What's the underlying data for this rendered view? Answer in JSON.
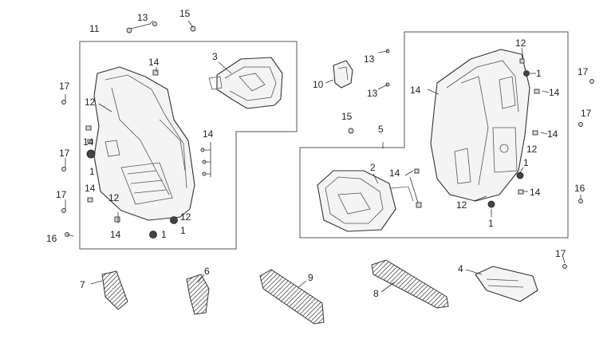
{
  "diagram": {
    "callouts": {
      "c11": "11",
      "c13a": "13",
      "c15a": "15",
      "c3": "3",
      "c14a": "14",
      "c17a": "17",
      "c12a": "12",
      "c14b": "14",
      "c17b": "17",
      "c1a": "1",
      "c14c": "14",
      "c14d": "14",
      "c12b": "12",
      "c17c": "17",
      "c12c": "12",
      "c14e": "14",
      "c1b": "1",
      "c1c": "1",
      "c16a": "16",
      "c10": "10",
      "c13b": "13",
      "c13c": "13",
      "c15b": "15",
      "c5": "5",
      "c2": "2",
      "c14f": "14",
      "c12d": "12",
      "c14g": "14",
      "c1d": "1",
      "c14h": "14",
      "c17d": "17",
      "c17e": "17",
      "c14i": "14",
      "c12e": "12",
      "c1e": "1",
      "c14j": "14",
      "c16b": "16",
      "c12f": "12",
      "c1f": "1",
      "c17f": "17",
      "c7": "7",
      "c6": "6",
      "c9": "9",
      "c8": "8",
      "c4": "4"
    }
  }
}
